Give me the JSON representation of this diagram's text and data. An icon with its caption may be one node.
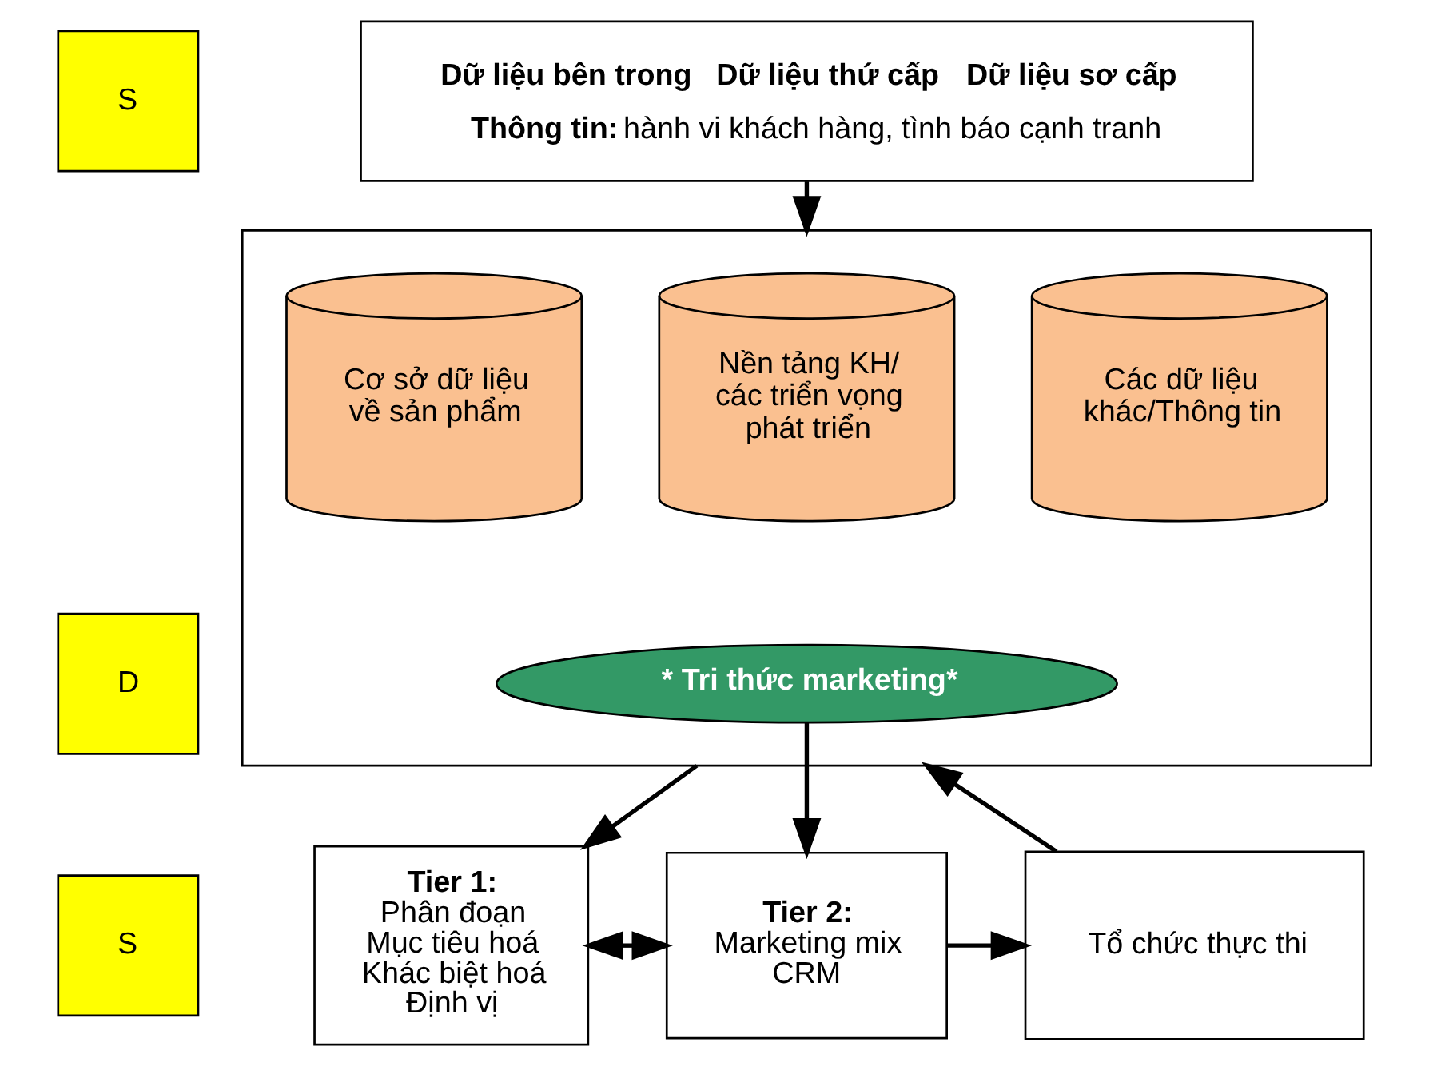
{
  "diagram": {
    "nodes": [
      {
        "text": [
          "S"
        ]
      },
      {
        "text": [
          "Dữ liệu bên trong",
          "Dữ liệu thứ cấp",
          "Dữ liệu sơ cấp",
          "**Thông tin:** hành vi khách hàng, tình báo cạnh tranh"
        ]
      },
      {
        "text": [
          "D"
        ]
      },
      {
        "text": [],
        "shape": "box"
      },
      {
        "text": [
          "Cơ sở dữ liệu về sản phẩm"
        ],
        "in": 3
      },
      {
        "text": [
          "Nền tảng KH/ các triển vọng phát triển"
        ],
        "in": 3
      },
      {
        "text": [
          "Các dữ liệu khác/Thông tin"
        ],
        "in": 3
      },
      {
        "text": [
          "* Tri thức marketing*"
        ],
        "in": 3
      },
      {
        "text": [
          "S"
        ]
      },
      {
        "text": [
          "Tier 1:",
          "Phân đoạn",
          "Mục tiêu hoá",
          "Khác biệt hoá",
          "Định vị"
        ]
      },
      {
        "text": [
          "Tier 2:",
          "Marketing mix",
          "CRM"
        ]
      },
      {
        "text": [
          "Tổ chức thực thi"
        ]
      }
    ],
    "edges": [
      {
        "from": 1,
        "to": 3,
        "arrow": "to"
      },
      {
        "from": 3,
        "to": 9,
        "arrow": "to"
      },
      {
        "from": 7,
        "to": 10,
        "arrow": "to"
      },
      {
        "from": 9,
        "to": 10,
        "arrow": "both"
      },
      {
        "from": 10,
        "to": 11,
        "arrow": "to"
      },
      {
        "from": 11,
        "to": 3,
        "arrow": "to"
      }
    ]
  }
}
